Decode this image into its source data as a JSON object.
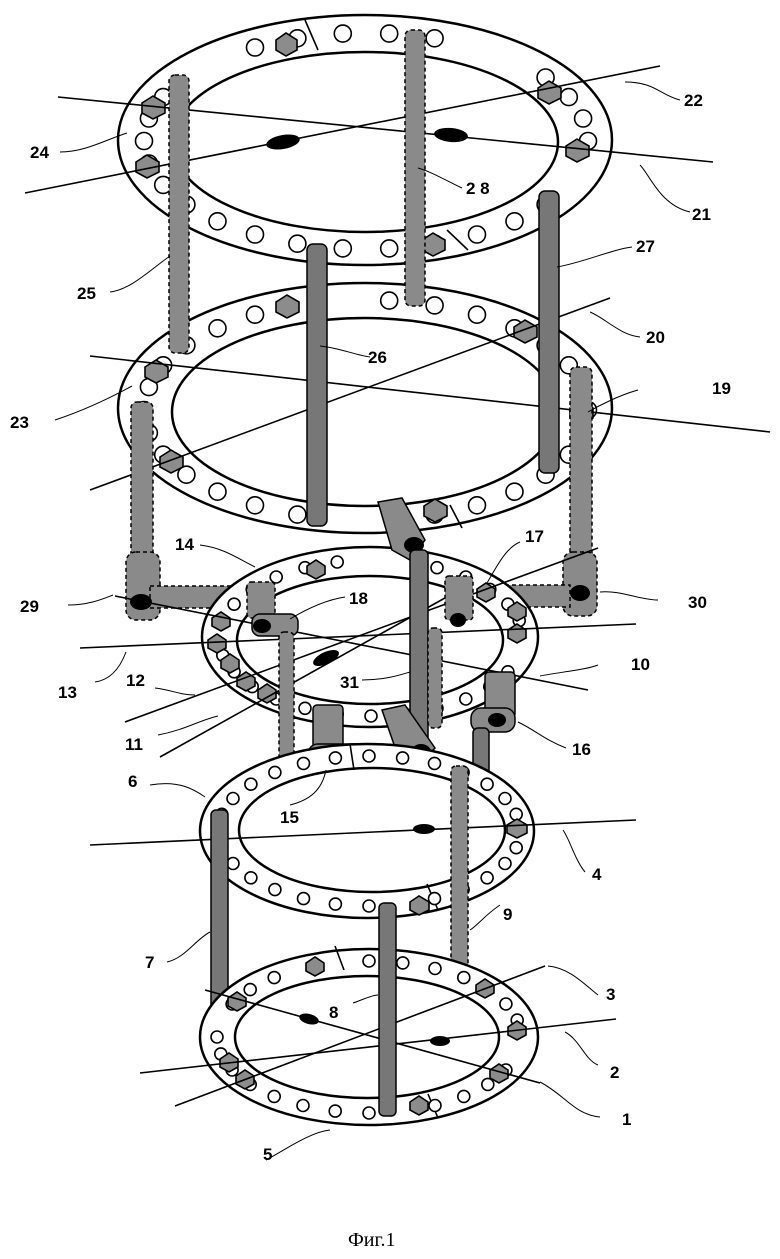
{
  "caption": "Фиг.1",
  "labels": {
    "l1": "1",
    "l2": "2",
    "l3": "3",
    "l4": "4",
    "l5": "5",
    "l6": "6",
    "l7": "7",
    "l8": "8",
    "l9": "9",
    "l10": "10",
    "l11": "11",
    "l12": "12",
    "l13": "13",
    "l14": "14",
    "l15": "15",
    "l16": "16",
    "l17": "17",
    "l18": "18",
    "l19": "19",
    "l20": "20",
    "l21": "21",
    "l22": "22",
    "l23": "23",
    "l24": "24",
    "l25": "25",
    "l26": "26",
    "l27": "27",
    "l28": "2 8",
    "l29": "29",
    "l30": "30",
    "l31": "31"
  }
}
